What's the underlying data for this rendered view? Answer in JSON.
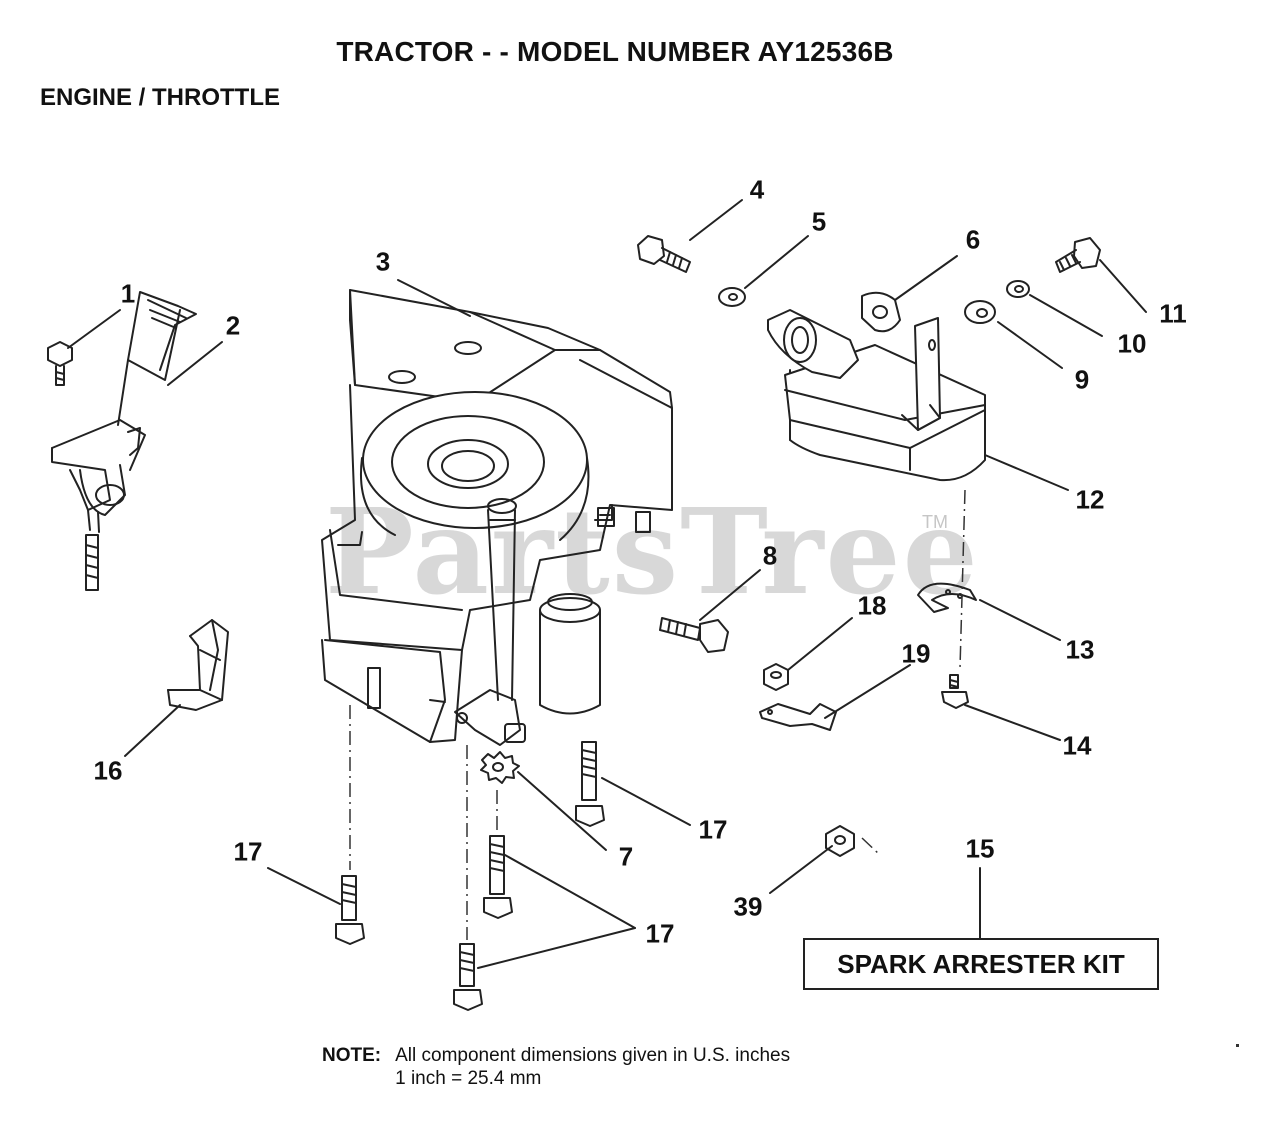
{
  "header": {
    "title": "TRACTOR - - MODEL NUMBER AY12536B",
    "subtitle": "ENGINE / THROTTLE"
  },
  "watermark": {
    "text": "PartsTree",
    "tm": "TM"
  },
  "callouts": {
    "c1": "1",
    "c2": "2",
    "c3": "3",
    "c4": "4",
    "c5": "5",
    "c6": "6",
    "c7": "7",
    "c8": "8",
    "c9": "9",
    "c10": "10",
    "c11": "11",
    "c12": "12",
    "c13": "13",
    "c14": "14",
    "c15": "15",
    "c16": "16",
    "c17a": "17",
    "c17b": "17",
    "c17c": "17",
    "c18": "18",
    "c19": "19",
    "c39": "39"
  },
  "kit": {
    "label": "SPARK ARRESTER KIT"
  },
  "note": {
    "label": "NOTE:",
    "line1": "All component dimensions given in U.S. inches",
    "line2": "1 inch = 25.4 mm"
  }
}
